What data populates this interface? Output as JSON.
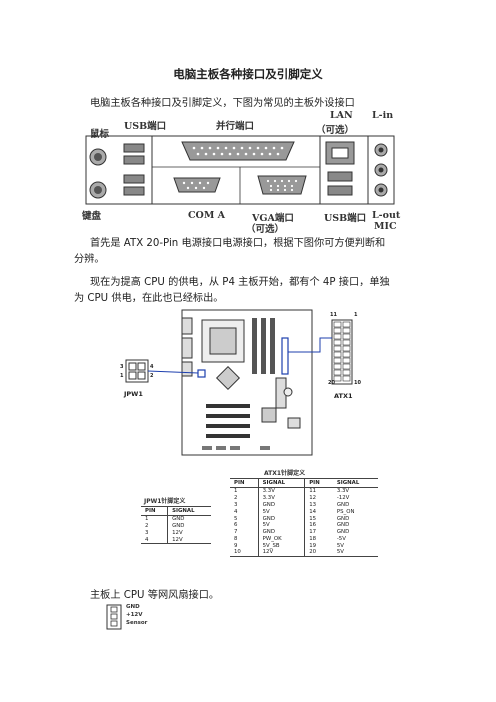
{
  "document": {
    "title": "电脑主板各种接口及引脚定义",
    "intro": "电脑主板各种接口及引脚定义，下图为常见的主板外设接口",
    "para_atx_line1": "首先是 ATX 20-Pin 电源接口电源接口，根据下图你可方便判断和",
    "para_atx_line2": "分辨。",
    "para_cpu_line1": "现在为提高 CPU 的供电，从 P4 主板开始，都有个 4P 接口，单独",
    "para_cpu_line2": "为 CPU 供电，在此也已经标出。",
    "para_fan": "主板上 CPU 等网风扇接口。"
  },
  "panel_labels": {
    "mouse": "鼠标",
    "usb_top": "USB端口",
    "parallel": "并行端口",
    "lan_1": "LAN",
    "lan_2": "（可选）",
    "line_in": "L-in",
    "keyboard": "键盘",
    "com": "COM A",
    "vga_1": "VGA端口",
    "vga_2": "（可选）",
    "usb_bottom": "USB端口",
    "line_out": "L-out",
    "mic": "MIC"
  },
  "board_labels": {
    "jpw1": "JPW1",
    "atx1": "ATX1",
    "jpw1_pin3": "3",
    "jpw1_pin4": "4",
    "jpw1_pin1": "1",
    "jpw1_pin2": "2",
    "atx_pin11": "11",
    "atx_pin1": "1",
    "atx_pin20": "20",
    "atx_pin10": "10"
  },
  "atx_table": {
    "title": "ATX1针脚定义",
    "headers": [
      "PIN",
      "SIGNAL",
      "PIN",
      "SIGNAL"
    ],
    "rows": [
      [
        "1",
        "3.3V",
        "11",
        "3.3V"
      ],
      [
        "2",
        "3.3V",
        "12",
        "-12V"
      ],
      [
        "3",
        "GND",
        "13",
        "GND"
      ],
      [
        "4",
        "5V",
        "14",
        "PS_ON"
      ],
      [
        "5",
        "GND",
        "15",
        "GND"
      ],
      [
        "6",
        "5V",
        "16",
        "GND"
      ],
      [
        "7",
        "GND",
        "17",
        "GND"
      ],
      [
        "8",
        "PW_OK",
        "18",
        "-5V"
      ],
      [
        "9",
        "5V_SB",
        "19",
        "5V"
      ],
      [
        "10",
        "12V",
        "20",
        "5V"
      ]
    ]
  },
  "jpw_table": {
    "title": "JPW1针脚定义",
    "headers": [
      "PIN",
      "SIGNAL"
    ],
    "rows": [
      [
        "1",
        "GND"
      ],
      [
        "2",
        "GND"
      ],
      [
        "3",
        "12V"
      ],
      [
        "4",
        "12V"
      ]
    ]
  },
  "fan_connector": {
    "pins": [
      "GND",
      "+12V",
      "Sensor"
    ]
  }
}
